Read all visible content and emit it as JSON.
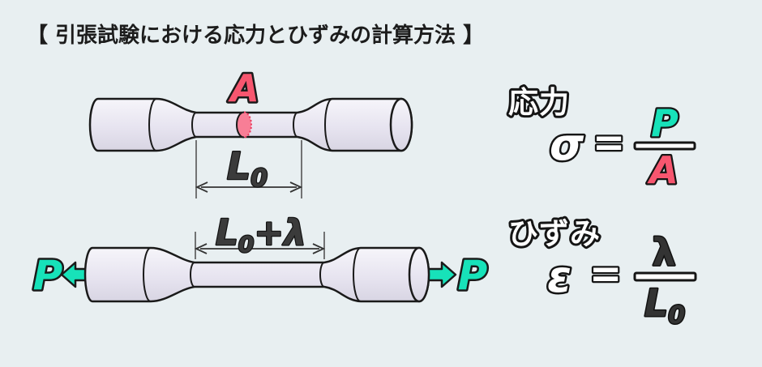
{
  "title": "【 引張試験における応力とひずみの計算方法 】",
  "colors": {
    "background": "#e8eff1",
    "accent_pink": "#f7566f",
    "accent_teal": "#17e2b9",
    "outline": "#1a1a1a",
    "specimen_fill": "#e7e4f0"
  },
  "diagram": {
    "specimen_top": {
      "area_label": "A",
      "gauge_length": {
        "main": "L",
        "sub": "0"
      }
    },
    "specimen_bottom": {
      "load_label_left": "P",
      "load_label_right": "P",
      "stretched_length": {
        "main": "L",
        "sub": "0",
        "rest": "+λ"
      }
    }
  },
  "formulas": {
    "stress": {
      "heading": "応力",
      "symbol": "σ",
      "equals": "=",
      "numerator": "P",
      "denominator": "A"
    },
    "strain": {
      "heading": "ひずみ",
      "symbol": "ε",
      "equals": "=",
      "numerator": "λ",
      "denominator": {
        "main": "L",
        "sub": "0"
      }
    }
  }
}
